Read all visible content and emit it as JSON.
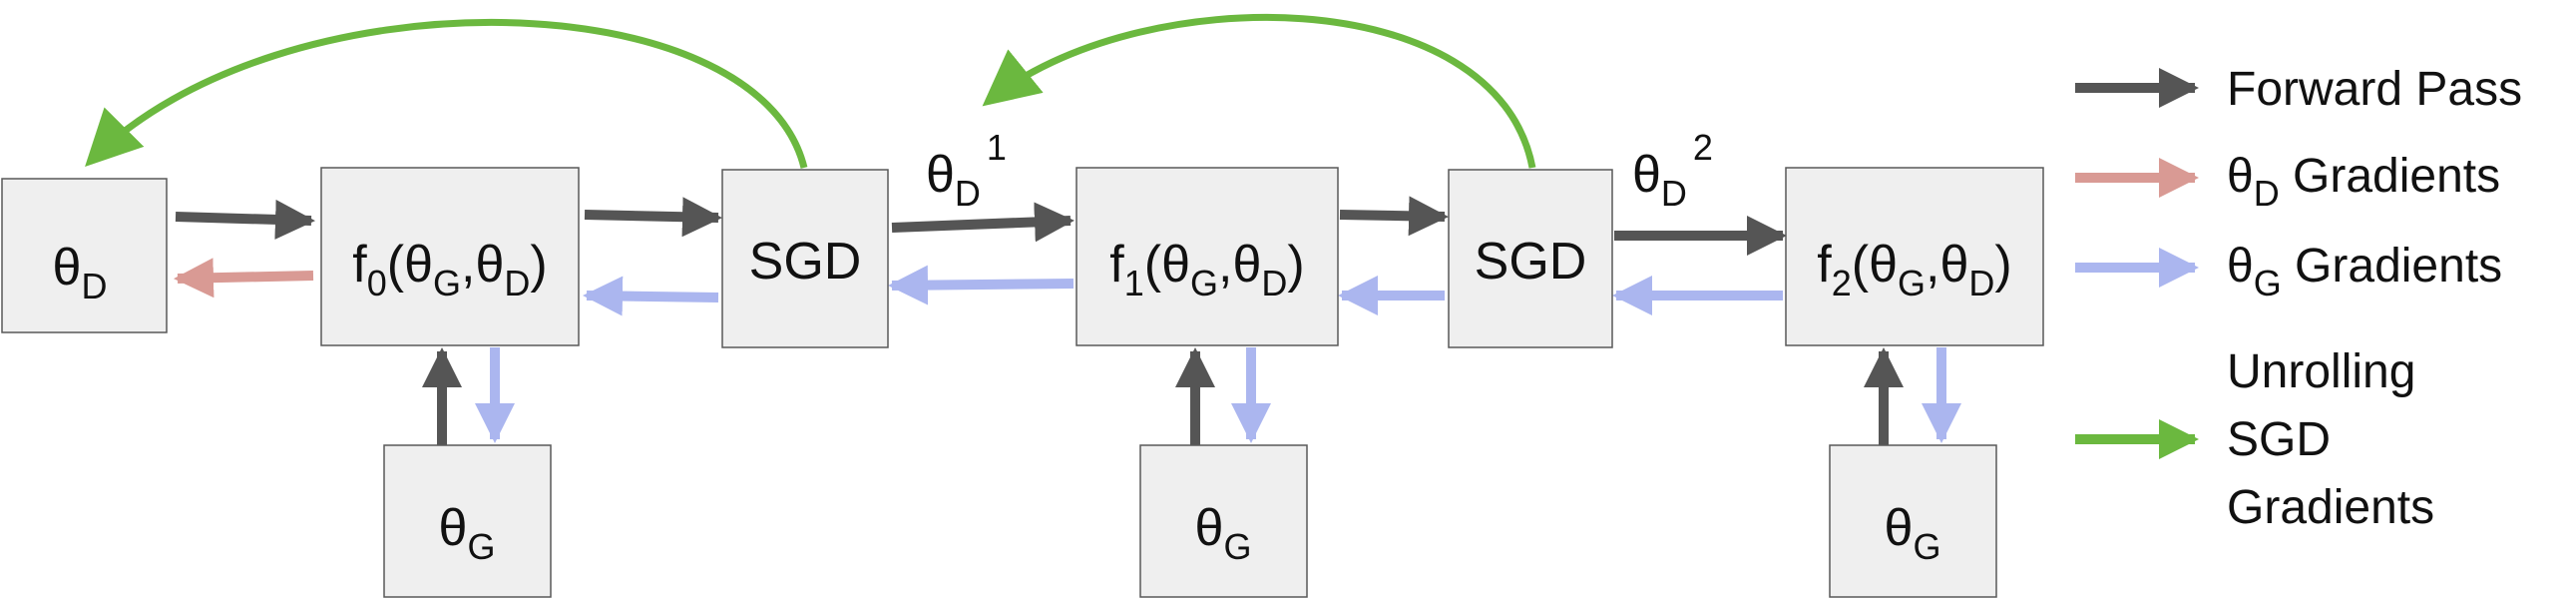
{
  "colors": {
    "forward": "#555555",
    "theta_d_grad": "#d99a94",
    "theta_g_grad": "#abb6ef",
    "unroll": "#6bb83f",
    "node_fill": "#efefef",
    "node_stroke": "#595959"
  },
  "nodes": {
    "theta_d": {
      "main": "θ",
      "sub": "D"
    },
    "f0": {
      "pre": "f",
      "idx": "0",
      "open": "(θ",
      "g": "G",
      "comma": ",θ",
      "d": "D",
      "close": ")"
    },
    "sgd1": {
      "label": "SGD"
    },
    "f1": {
      "pre": "f",
      "idx": "1",
      "open": "(θ",
      "g": "G",
      "comma": ",θ",
      "d": "D",
      "close": ")"
    },
    "sgd2": {
      "label": "SGD"
    },
    "f2": {
      "pre": "f",
      "idx": "2",
      "open": "(θ",
      "g": "G",
      "comma": ",θ",
      "d": "D",
      "close": ")"
    },
    "theta_g0": {
      "main": "θ",
      "sub": "G"
    },
    "theta_g1": {
      "main": "θ",
      "sub": "G"
    },
    "theta_g2": {
      "main": "θ",
      "sub": "G"
    }
  },
  "edge_labels": {
    "step1": {
      "main": "θ",
      "sub": "D",
      "sup": "1"
    },
    "step2": {
      "main": "θ",
      "sub": "D",
      "sup": "2"
    }
  },
  "legend": {
    "forward": "Forward Pass",
    "theta_d": {
      "main": "θ",
      "sub": "D",
      "rest": " Gradients"
    },
    "theta_g": {
      "main": "θ",
      "sub": "G",
      "rest": " Gradients"
    },
    "unroll": [
      "Unrolling",
      "SGD",
      "Gradients"
    ]
  }
}
